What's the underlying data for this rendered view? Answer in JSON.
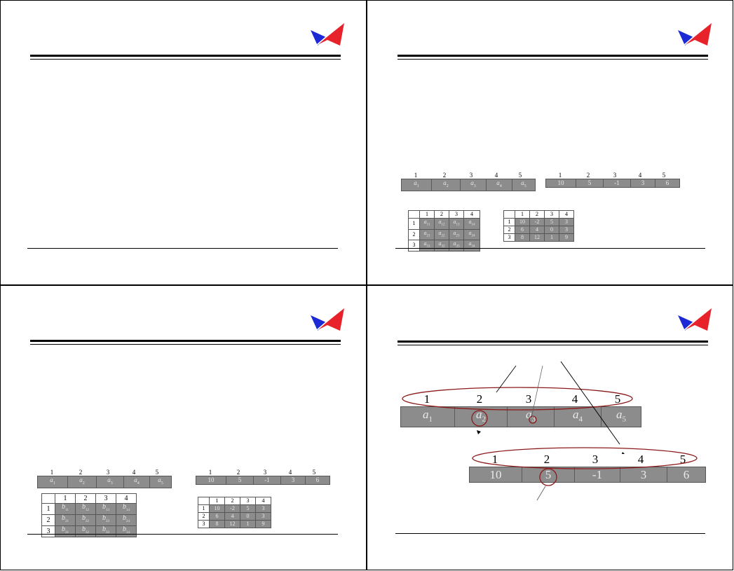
{
  "slides": [
    {
      "id": 1
    },
    {
      "id": 2,
      "vector_symbolic": {
        "indices": [
          "1",
          "2",
          "3",
          "4",
          "5"
        ],
        "cells": [
          "a1",
          "a2",
          "a3",
          "a4",
          "a5"
        ]
      },
      "vector_numeric": {
        "indices": [
          "1",
          "2",
          "3",
          "4",
          "5"
        ],
        "cells": [
          "10",
          "5",
          "-1",
          "3",
          "6"
        ]
      },
      "matrix_symbolic": {
        "cols": [
          "1",
          "2",
          "3",
          "4"
        ],
        "rows": [
          {
            "label": "1",
            "cells": [
              "a11",
              "a12",
              "a13",
              "a14"
            ]
          },
          {
            "label": "2",
            "cells": [
              "a21",
              "a22",
              "a23",
              "a24"
            ]
          },
          {
            "label": "3",
            "cells": [
              "a31",
              "a32",
              "a33",
              "a34"
            ]
          }
        ]
      },
      "matrix_numeric": {
        "cols": [
          "1",
          "2",
          "3",
          "4"
        ],
        "rows": [
          {
            "label": "1",
            "cells": [
              "10",
              "-2",
              "5",
              "3"
            ]
          },
          {
            "label": "2",
            "cells": [
              "6",
              "4",
              "0",
              "3"
            ]
          },
          {
            "label": "3",
            "cells": [
              "8",
              "12",
              "1",
              "9"
            ]
          }
        ]
      }
    },
    {
      "id": 3,
      "vector_symbolic": {
        "indices": [
          "1",
          "2",
          "3",
          "4",
          "5"
        ],
        "cells": [
          "a1",
          "a2",
          "a3",
          "a4",
          "a5"
        ]
      },
      "vector_numeric": {
        "indices": [
          "1",
          "2",
          "3",
          "4",
          "5"
        ],
        "cells": [
          "10",
          "5",
          "-1",
          "3",
          "6"
        ]
      },
      "matrix_symbolic": {
        "cols": [
          "1",
          "2",
          "3",
          "4"
        ],
        "rows": [
          {
            "label": "1",
            "cells": [
              "b11",
              "b12",
              "b13",
              "b14"
            ]
          },
          {
            "label": "2",
            "cells": [
              "b21",
              "b22",
              "b23",
              "b24"
            ]
          },
          {
            "label": "3",
            "cells": [
              "b31",
              "b32",
              "b33",
              "b34"
            ]
          }
        ]
      },
      "matrix_numeric": {
        "cols": [
          "1",
          "2",
          "3",
          "4"
        ],
        "rows": [
          {
            "label": "1",
            "cells": [
              "10",
              "-2",
              "5",
              "3"
            ]
          },
          {
            "label": "2",
            "cells": [
              "6",
              "4",
              "0",
              "3"
            ]
          },
          {
            "label": "3",
            "cells": [
              "8",
              "12",
              "1",
              "9"
            ]
          }
        ]
      }
    },
    {
      "id": 4,
      "vector_symbolic": {
        "indices": [
          "1",
          "2",
          "3",
          "4",
          "5"
        ],
        "cells": [
          "a1",
          "a2",
          "a3",
          "a4",
          "a5"
        ]
      },
      "vector_numeric": {
        "indices": [
          "1",
          "2",
          "3",
          "4",
          "5"
        ],
        "cells": [
          "10",
          "5",
          "-1",
          "3",
          "6"
        ]
      }
    }
  ],
  "colors": {
    "logo_red": "#e8222a",
    "logo_blue": "#1c2ad6",
    "cell_fill": "#8c8c8c",
    "annotation": "#8b1a1a"
  }
}
